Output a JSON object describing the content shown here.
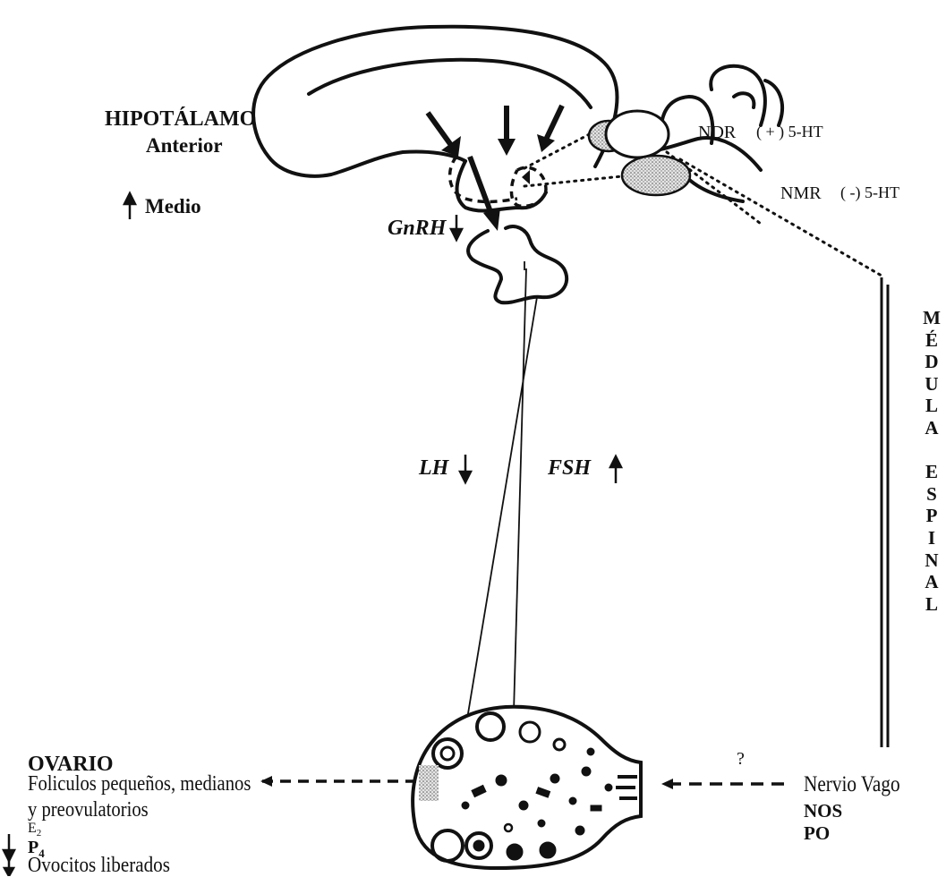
{
  "hypothalamus": {
    "title": "HIPOTÁLAMO",
    "anterior": "Anterior",
    "medio": "Medio",
    "medio_arrow": "up"
  },
  "brainstem": {
    "ndr": "NDR",
    "ndr_sign": "( + ) 5-HT",
    "nmr": "NMR",
    "nmr_sign": "( -) 5-HT"
  },
  "hormones": {
    "gnrh": "GnRH",
    "gnrh_arrow": "down",
    "lh": "LH",
    "lh_arrow": "down",
    "fsh": "FSH",
    "fsh_arrow": "up"
  },
  "spinal_cord": {
    "letters": [
      "M",
      "É",
      "D",
      "U",
      "L",
      "A",
      "",
      "E",
      "S",
      "P",
      "I",
      "N",
      "A",
      "L"
    ]
  },
  "ovary": {
    "title": "OVARIO",
    "line1": "Foliculos pequeños, medianos",
    "line2": "y preovulatorios",
    "e2_base": "E",
    "e2_sub": "2",
    "p4_base": "P",
    "p4_sub": "4",
    "p4_arrow": "down",
    "oocytes": "Ovocitos liberados",
    "oocytes_arrow": "down"
  },
  "vagus": {
    "question": "?",
    "nerve": "Nervio Vago",
    "nos": "NOS",
    "po": "PO"
  },
  "colors": {
    "ink": "#111111",
    "nucleus_fill": "#c8c8c8",
    "background": "#ffffff"
  }
}
